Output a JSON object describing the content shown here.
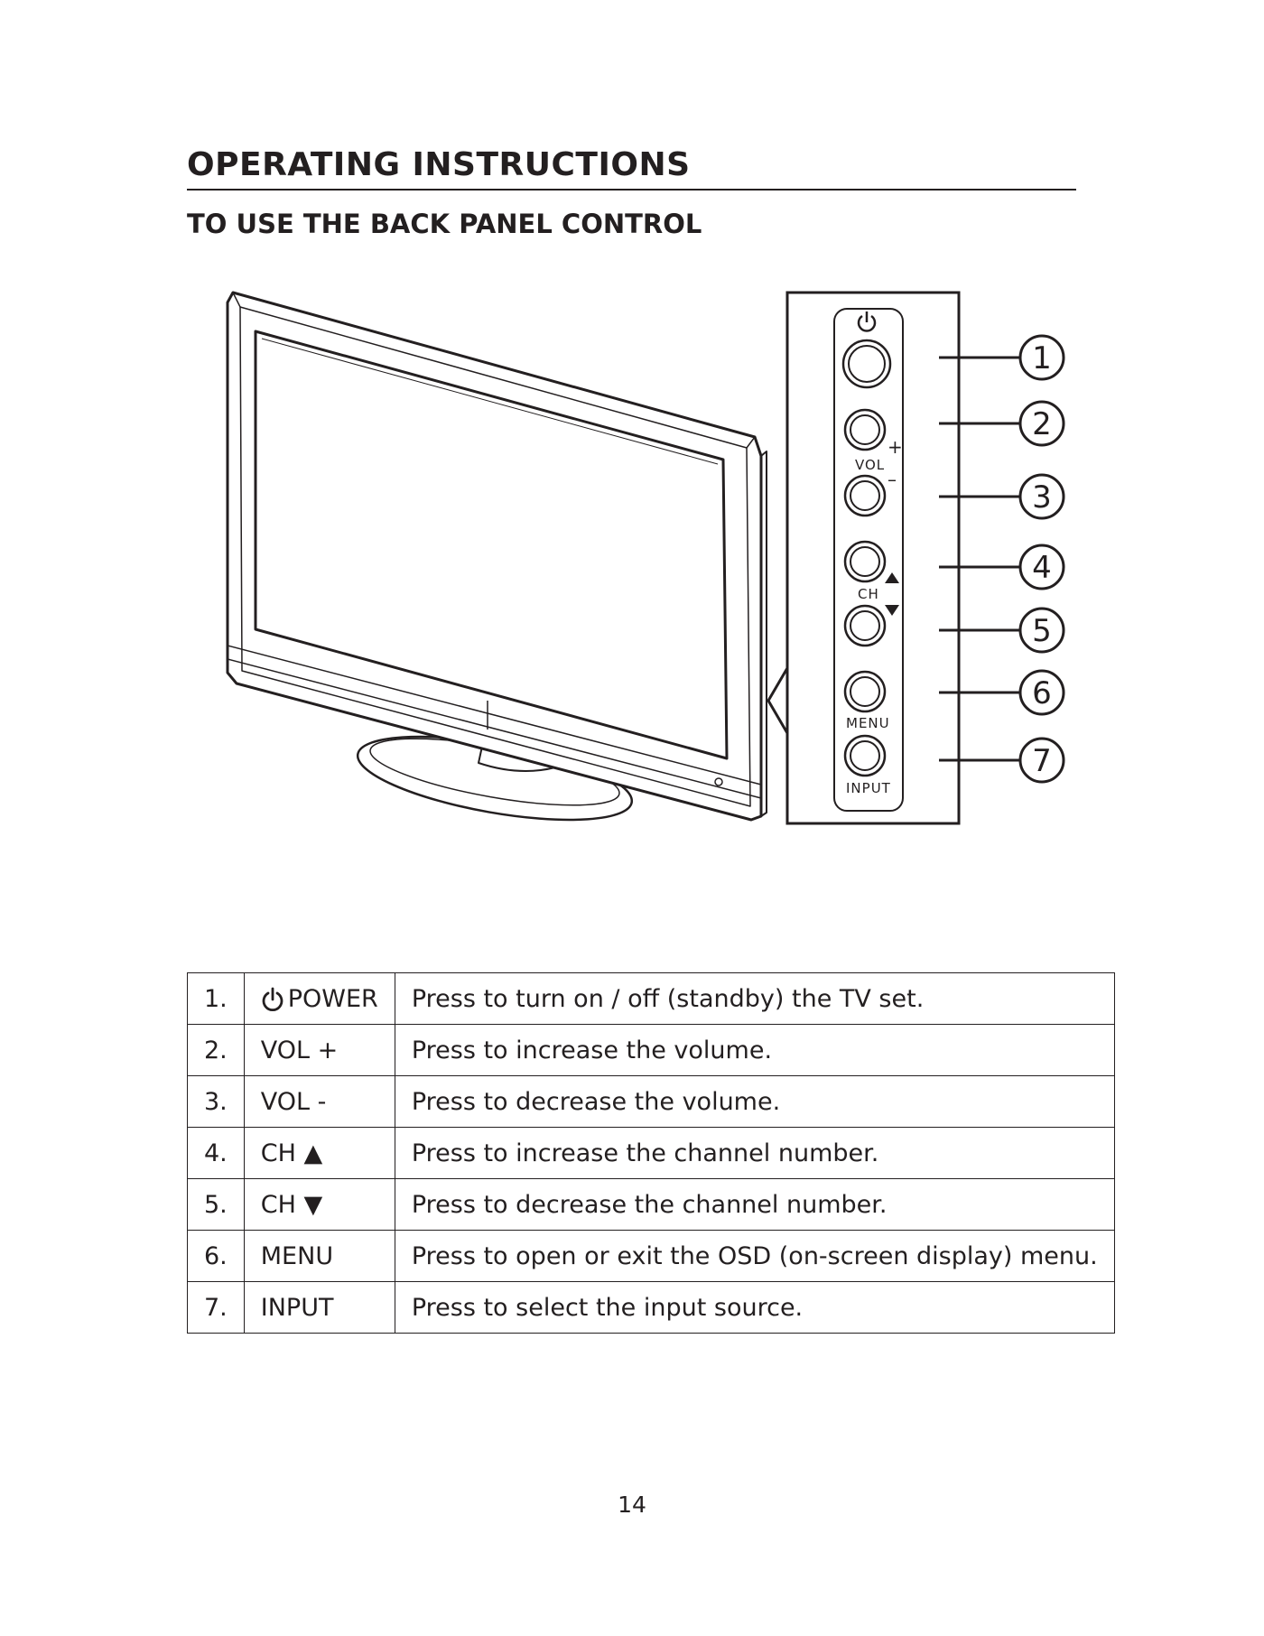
{
  "header": {
    "title": "OPERATING INSTRUCTIONS",
    "subtitle": "TO USE THE BACK PANEL CONTROL"
  },
  "diagram": {
    "panel_labels": {
      "vol": "VOL",
      "plus": "+",
      "minus": "–",
      "ch": "CH",
      "menu": "MENU",
      "input": "INPUT"
    },
    "callouts": [
      "1",
      "2",
      "3",
      "4",
      "5",
      "6",
      "7"
    ]
  },
  "table": {
    "rows": [
      {
        "num": "1.",
        "name": "POWER",
        "icon": "power-icon",
        "desc": "Press to turn on / off (standby) the TV set."
      },
      {
        "num": "2.",
        "name": "VOL +",
        "desc": "Press to increase the volume."
      },
      {
        "num": "3.",
        "name": "VOL -",
        "desc": "Press to decrease the volume."
      },
      {
        "num": "4.",
        "name": "CH ▲",
        "desc": "Press to increase the channel number."
      },
      {
        "num": "5.",
        "name": "CH ▼",
        "desc": "Press to decrease the channel number."
      },
      {
        "num": "6.",
        "name": "MENU",
        "desc": "Press to open or exit the OSD (on-screen display) menu."
      },
      {
        "num": "7.",
        "name": "INPUT",
        "desc": "Press to select the input source."
      }
    ]
  },
  "footer": {
    "page_number": "14"
  }
}
